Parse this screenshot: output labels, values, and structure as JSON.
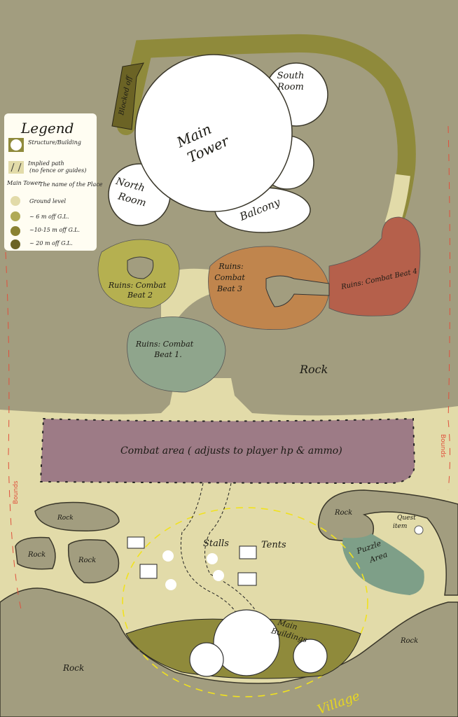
{
  "legend": {
    "title": "Legend",
    "items": [
      {
        "label": "Structure/Building",
        "icon": "building-icon"
      },
      {
        "label": "Implied path",
        "sub": "(no fence or guides)",
        "icon": "path-icon"
      },
      {
        "label": "The name of the Place",
        "sample": "Main Tower"
      },
      {
        "label": "Ground level",
        "color": "#e2dba9"
      },
      {
        "label": "~ 6 m off G.L.",
        "color": "#b0aa55"
      },
      {
        "label": "~10-15 m off G.L.",
        "color": "#8a8232"
      },
      {
        "label": "~ 20 m off G.L.",
        "color": "#6b6325"
      }
    ]
  },
  "places": {
    "main_tower": [
      "Main",
      "Tower"
    ],
    "south_room": [
      "South",
      "Room"
    ],
    "north_room": [
      "North",
      "Room"
    ],
    "balcony": "Balcony",
    "blocked_off": "Blocked off",
    "ruins2": [
      "Ruins: Combat",
      "Beat 2"
    ],
    "ruins3": [
      "Ruins:",
      "Combat",
      "Beat 3"
    ],
    "ruins4": "Ruins: Combat Beat 4",
    "ruins1": [
      "Ruins: Combat",
      "Beat 1."
    ],
    "rock": "Rock",
    "combat_area": "Combat area ( adjusts to player hp & ammo)",
    "stalls": "Stalls",
    "tents": "Tents",
    "puzzle": [
      "Puzzle",
      "Area"
    ],
    "quest": [
      "Quest",
      "item"
    ],
    "main_buildings": [
      "Main",
      "Buildings"
    ],
    "village": "Village",
    "bounds": "Bounds"
  },
  "colors": {
    "rock": "#a29d7f",
    "ground": "#e2dba9",
    "ruins1": "#8fa58c",
    "ruins2": "#b5b050",
    "ruins3": "#c0854d",
    "ruins4": "#b5604b",
    "combat": "#9d7b86",
    "puzzle": "#7e9f88"
  }
}
